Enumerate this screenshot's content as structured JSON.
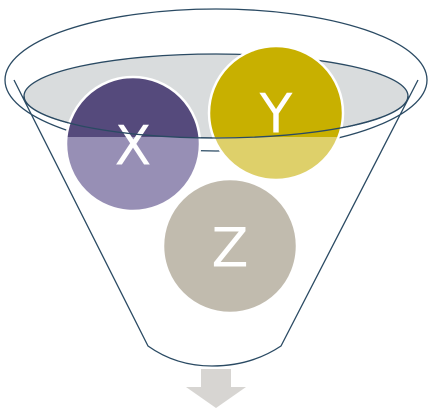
{
  "diagram": {
    "type": "funnel",
    "funnel": {
      "stroke": "#2a4a63",
      "rim_fill": "#d9dcdd"
    },
    "circles": [
      {
        "id": "x",
        "label": "X",
        "color": "#554a7c",
        "lower_color": "#978fb5"
      },
      {
        "id": "y",
        "label": "Y",
        "color": "#c8b000",
        "lower_color": "#ded06a"
      },
      {
        "id": "z",
        "label": "Z",
        "color": "#c1bbae"
      }
    ],
    "output_arrow": {
      "color": "#d7d5d2"
    }
  }
}
